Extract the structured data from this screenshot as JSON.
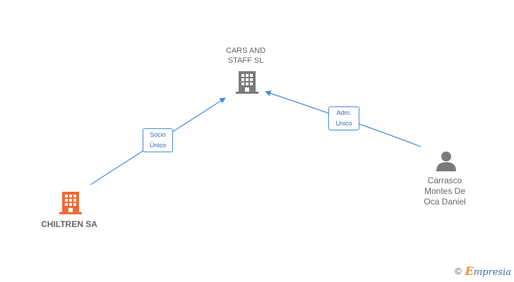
{
  "nodes": {
    "cars_and_staff": {
      "label": "CARS AND\nSTAFF  SL",
      "color": "#7a7a7a"
    },
    "chiltren": {
      "label": "CHILTREN SA",
      "color": "#f06a35"
    },
    "carrasco": {
      "label": "Carrasco\nMontes De\nOca Daniel",
      "color": "#7a7a7a"
    }
  },
  "edges": {
    "socio": {
      "label": "Socio\nÚnico"
    },
    "adm": {
      "label": "Adm.\nUnico"
    }
  },
  "colors": {
    "edge": "#4a89dc"
  },
  "watermark": {
    "copyright_symbol": "©",
    "brand_initial": "E",
    "brand_rest": "mpresia"
  }
}
